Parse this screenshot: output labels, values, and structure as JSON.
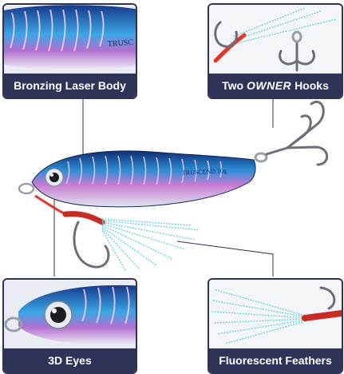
{
  "callouts": {
    "body": {
      "label": "Bronzing Laser Body",
      "engraving": "TRUSC"
    },
    "hooks": {
      "prefix": "Two",
      "brand": "OWNER",
      "suffix": "Hooks"
    },
    "eyes": {
      "label": "3D Eyes"
    },
    "feathers": {
      "label": "Fluorescent Feathers"
    }
  },
  "lure": {
    "engraving": "TRUSCEND 10g"
  },
  "colors": {
    "frame": "#2f3357",
    "body_blue": "#1f6fb8",
    "body_pink": "#d77fd0",
    "hook_steel": "#6b6f78",
    "thread_red": "#e2362b",
    "feather": "#6fd3d9"
  }
}
